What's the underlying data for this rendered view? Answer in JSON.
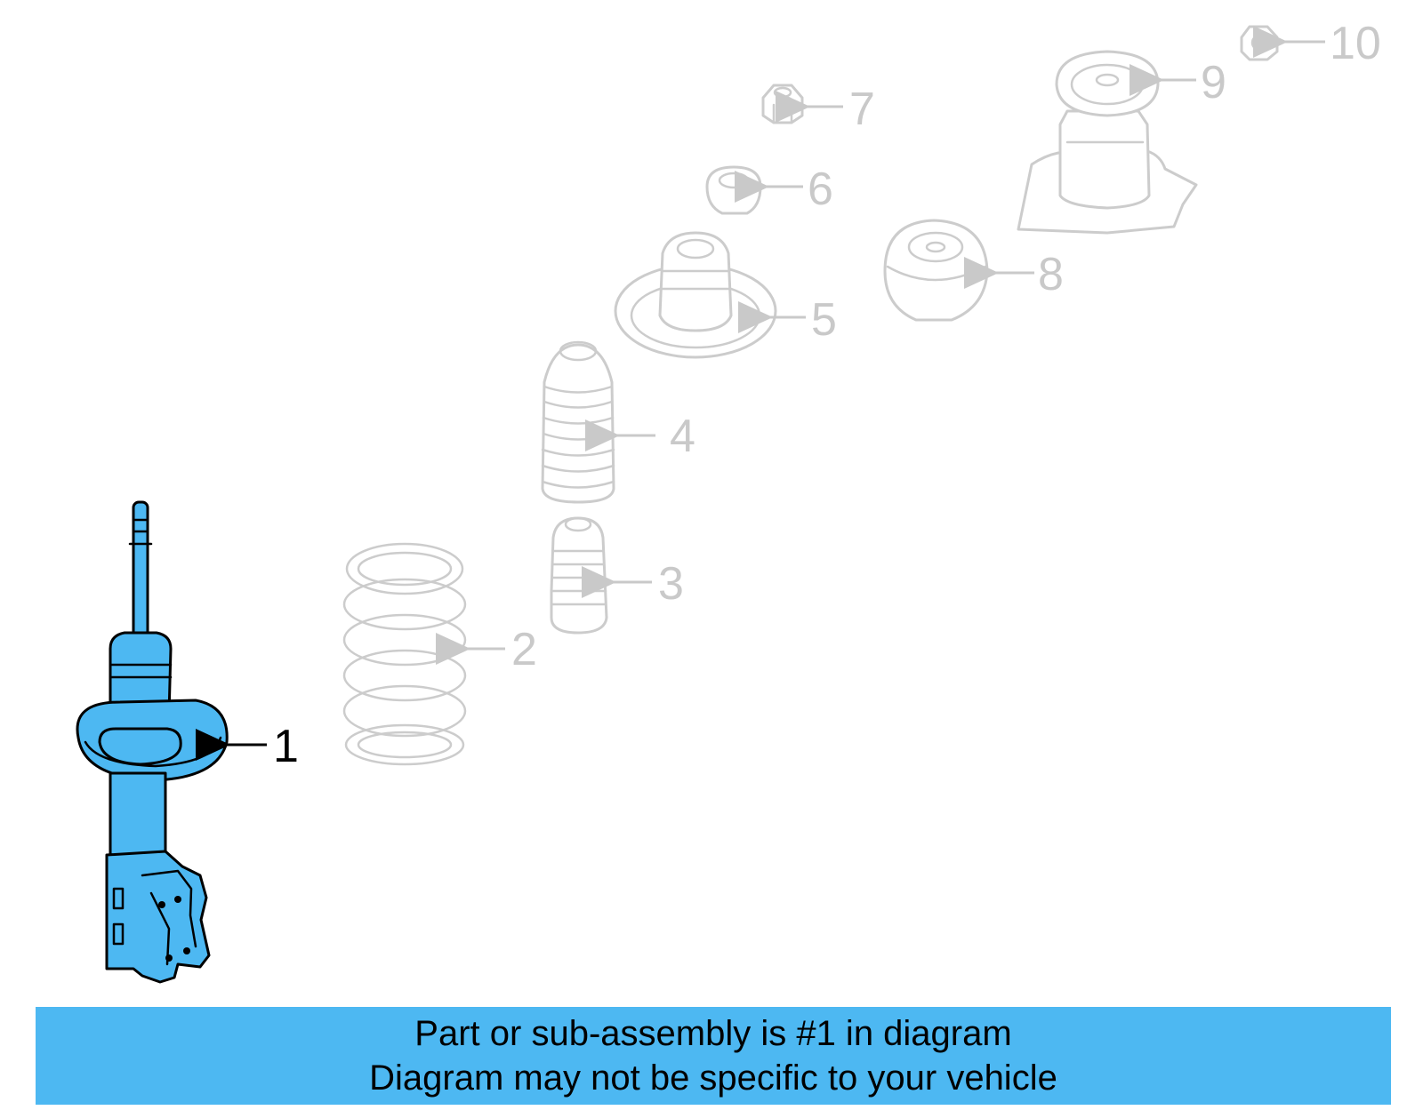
{
  "colors": {
    "highlight": "#4DB8F2",
    "banner": "#4DB8F2",
    "inactive_part": "#cccccc"
  },
  "callouts": [
    {
      "id": 1,
      "label": "1",
      "highlighted": true
    },
    {
      "id": 2,
      "label": "2",
      "highlighted": false
    },
    {
      "id": 3,
      "label": "3",
      "highlighted": false
    },
    {
      "id": 4,
      "label": "4",
      "highlighted": false
    },
    {
      "id": 5,
      "label": "5",
      "highlighted": false
    },
    {
      "id": 6,
      "label": "6",
      "highlighted": false
    },
    {
      "id": 7,
      "label": "7",
      "highlighted": false
    },
    {
      "id": 8,
      "label": "8",
      "highlighted": false
    },
    {
      "id": 9,
      "label": "9",
      "highlighted": false
    },
    {
      "id": 10,
      "label": "10",
      "highlighted": false
    }
  ],
  "banner": {
    "line1": "Part or sub-assembly is #1 in diagram",
    "line2": "Diagram may not be specific to your vehicle"
  }
}
